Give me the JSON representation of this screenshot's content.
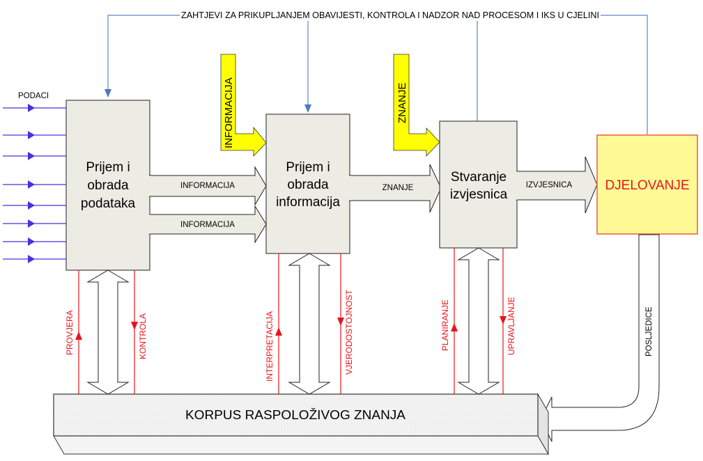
{
  "top_feedback": {
    "label": "ZAHTJEVI ZA PRIKUPLJANJEM OBAVIJESTI, KONTROLA I NADZOR NAD PROCESOM I IKS U CJELINI"
  },
  "inputs": {
    "data_label": "PODACI",
    "data_arrow_count": 8,
    "information_input": "INFORMACIJA",
    "knowledge_input": "ZNANJE"
  },
  "boxes": {
    "data_processing": {
      "line1": "Prijem i",
      "line2": "obrada",
      "line3": "podataka"
    },
    "info_processing": {
      "line1": "Prijem i",
      "line2": "obrada",
      "line3": "informacija"
    },
    "report_creation": {
      "line1": "Stvaranje",
      "line2": "izvjesnica"
    },
    "action": {
      "label": "DJELOVANJE"
    },
    "knowledge_corpus": {
      "label": "KORPUS RASPOLOŽIVOG ZNANJA"
    }
  },
  "flows": {
    "info_flow_1": "INFORMACIJA",
    "info_flow_2": "INFORMACIJA",
    "knowledge_flow": "ZNANJE",
    "report_flow": "IZVJESNICA",
    "consequences": "POSLJEDICE"
  },
  "corpus_links": {
    "data": {
      "up": "PROVJERA",
      "down": "KONTROLA"
    },
    "info": {
      "up": "INTERPRETACIJA",
      "down": "VJERODOSTOJNOST"
    },
    "report": {
      "up": "PLANIRANJE",
      "down": "UPRAVLJANJE"
    }
  },
  "colors": {
    "box_fill": "#ecece4",
    "action_fill": "#fffa96",
    "action_border": "#f05a3c",
    "highlight_arrow": "#ffff00",
    "data_arrow": "#4a2ee0",
    "feedback_line": "#5b87c6",
    "red_link": "#e8141c"
  }
}
